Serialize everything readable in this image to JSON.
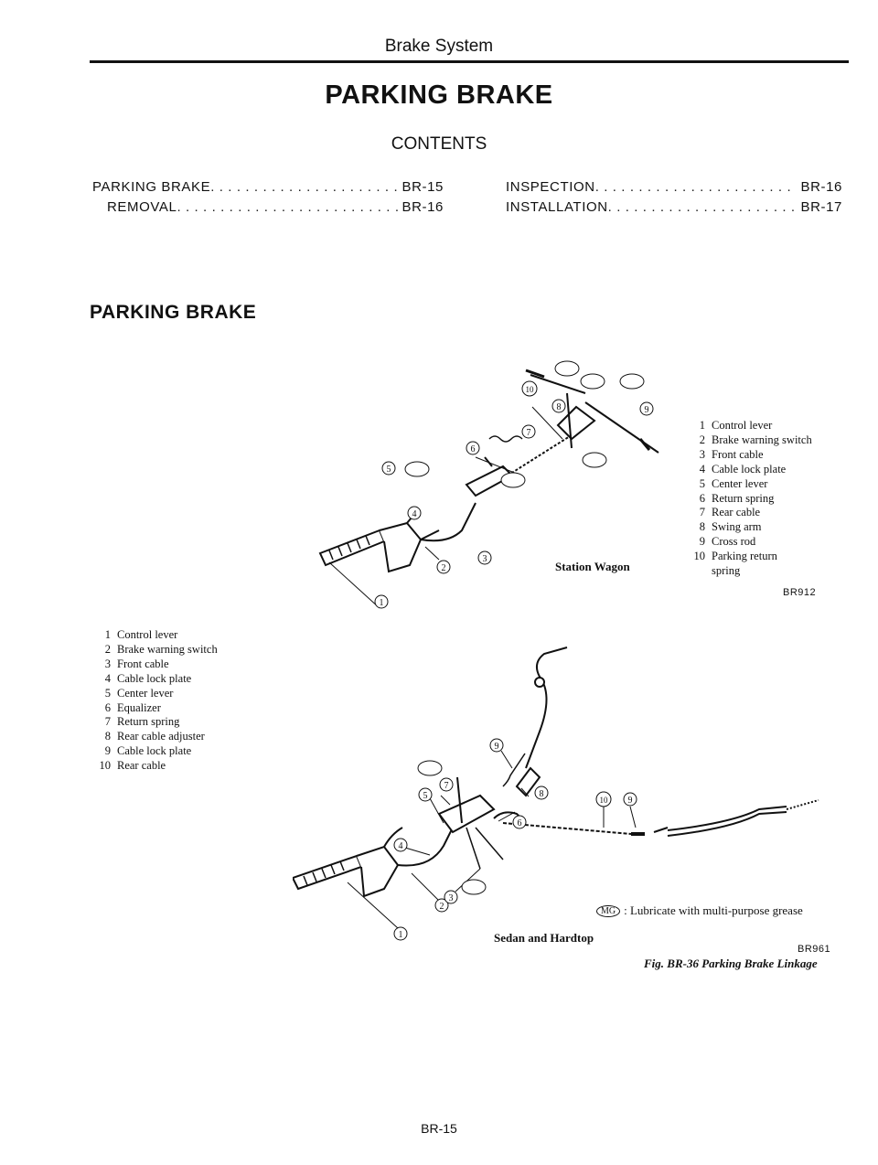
{
  "header": {
    "section": "Brake System"
  },
  "title": "PARKING BRAKE",
  "contents": {
    "heading": "CONTENTS",
    "left": [
      {
        "label": "PARKING BRAKE",
        "page": "BR-15"
      },
      {
        "label": "REMOVAL",
        "page": "BR-16"
      }
    ],
    "right": [
      {
        "label": "INSPECTION",
        "page": "BR-16"
      },
      {
        "label": "INSTALLATION",
        "page": "BR-17"
      }
    ]
  },
  "section_title": "PARKING BRAKE",
  "wagon": {
    "label": "Station Wagon",
    "code": "BR912",
    "legend": [
      {
        "n": "1",
        "text": "Control lever"
      },
      {
        "n": "2",
        "text": "Brake warning switch"
      },
      {
        "n": "3",
        "text": "Front cable"
      },
      {
        "n": "4",
        "text": "Cable lock plate"
      },
      {
        "n": "5",
        "text": "Center lever"
      },
      {
        "n": "6",
        "text": "Return spring"
      },
      {
        "n": "7",
        "text": "Rear cable"
      },
      {
        "n": "8",
        "text": "Swing arm"
      },
      {
        "n": "9",
        "text": "Cross rod"
      },
      {
        "n": "10",
        "text": "Parking return"
      },
      {
        "n": "",
        "text": "spring"
      }
    ]
  },
  "sedan": {
    "label": "Sedan and Hardtop",
    "code": "BR961",
    "legend": [
      {
        "n": "1",
        "text": "Control lever"
      },
      {
        "n": "2",
        "text": "Brake warning switch"
      },
      {
        "n": "3",
        "text": "Front cable"
      },
      {
        "n": "4",
        "text": "Cable lock plate"
      },
      {
        "n": "5",
        "text": "Center lever"
      },
      {
        "n": "6",
        "text": "Equalizer"
      },
      {
        "n": "7",
        "text": "Return spring"
      },
      {
        "n": "8",
        "text": "Rear cable adjuster"
      },
      {
        "n": "9",
        "text": "Cable lock plate"
      },
      {
        "n": "10",
        "text": "Rear cable"
      }
    ]
  },
  "mg_symbol": "MG",
  "mg_note": ": Lubricate with multi-purpose grease",
  "figure_caption": "Fig. BR-36 Parking Brake Linkage",
  "page_number": "BR-15"
}
